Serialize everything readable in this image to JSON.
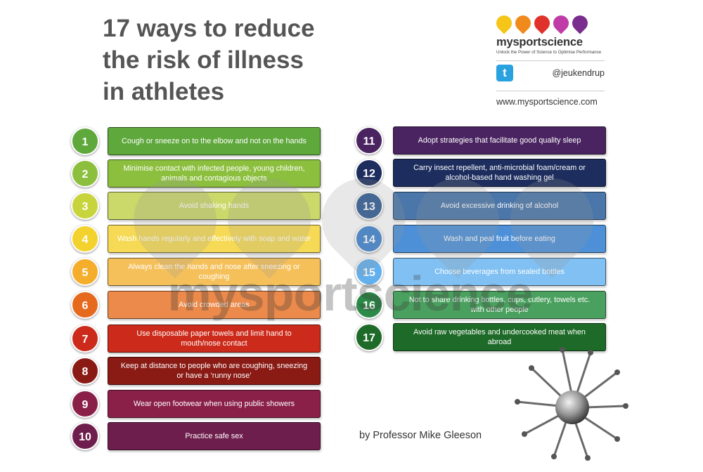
{
  "title": {
    "line1": "17 ways to reduce",
    "line2": "the risk of illness",
    "line3": "in athletes"
  },
  "brand": {
    "name": "mysportscience",
    "tagline": "Unlock the Power of Science to Optimise Performance",
    "twitter_icon": "twitter-bird-icon",
    "handle": "@jeukendrup",
    "url": "www.mysportscience.com",
    "drop_colors": [
      "#f5c518",
      "#f08a1c",
      "#e0312a",
      "#c03aa8",
      "#7a2c8e"
    ]
  },
  "watermark": "mysportscience",
  "credit": "by Professor Mike Gleeson",
  "items": [
    {
      "num": "1",
      "text": "Cough or sneeze on to the elbow and not on the hands",
      "circle": "#5fa83c",
      "bar": "#5fa83c"
    },
    {
      "num": "2",
      "text": "Minimise contact with infected people, young children, animals and contagious objects",
      "circle": "#8cbf3e",
      "bar": "#8cbf3e"
    },
    {
      "num": "3",
      "text": "Avoid shaking hands",
      "circle": "#c8d43c",
      "bar": "#cbd86a"
    },
    {
      "num": "4",
      "text": "Wash hands regularly and effectively with soap and water",
      "circle": "#f4d22e",
      "bar": "#f6da55"
    },
    {
      "num": "5",
      "text": "Always clean the hands and nose after sneezing or coughing",
      "circle": "#f4ae2c",
      "bar": "#f5c05a"
    },
    {
      "num": "6",
      "text": "Avoid crowded areas",
      "circle": "#e66a1e",
      "bar": "#eb8a4a"
    },
    {
      "num": "7",
      "text": "Use disposable paper towels and limit hand to mouth/nose contact",
      "circle": "#cc2a1a",
      "bar": "#cc2a1a"
    },
    {
      "num": "8",
      "text": "Keep at distance to people who are coughing, sneezing or have a ‘runny nose’",
      "circle": "#8a1a14",
      "bar": "#8a1a14"
    },
    {
      "num": "9",
      "text": "Wear open footwear when using public showers",
      "circle": "#8a2048",
      "bar": "#8a2048"
    },
    {
      "num": "10",
      "text": "Practice safe sex",
      "circle": "#6e1e4c",
      "bar": "#6e1e4c"
    },
    {
      "num": "11",
      "text": "Adopt strategies that facilitate good quality sleep",
      "circle": "#4a2460",
      "bar": "#4a2460"
    },
    {
      "num": "12",
      "text": "Carry insect repellent, anti-microbial foam/cream or alcohol-based hand washing gel",
      "circle": "#1c2d5e",
      "bar": "#1c2d5e"
    },
    {
      "num": "13",
      "text": "Avoid excessive drinking of alcohol",
      "circle": "#2e5a92",
      "bar": "#4a76aa"
    },
    {
      "num": "14",
      "text": "Wash and peal fruit before eating",
      "circle": "#3e84d0",
      "bar": "#4d90d8"
    },
    {
      "num": "15",
      "text": "Choose beverages from sealed bottles",
      "circle": "#62b0ee",
      "bar": "#80c0f2"
    },
    {
      "num": "16",
      "text": "Not to share drinking bottles, cups, cutlery, towels etc. with other people",
      "circle": "#2c8a48",
      "bar": "#4aa05e"
    },
    {
      "num": "17",
      "text": "Avoid raw vegetables and undercooked meat when abroad",
      "circle": "#1e6a28",
      "bar": "#1e6a28"
    }
  ]
}
